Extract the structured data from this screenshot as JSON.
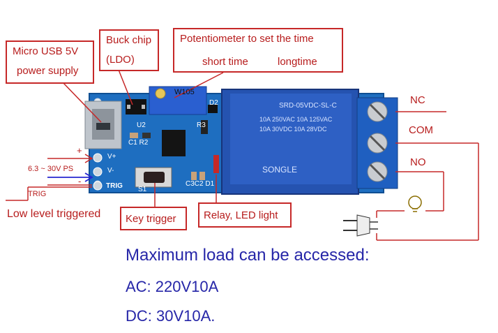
{
  "callouts": {
    "power": {
      "line1": "Micro USB 5V",
      "line2": "power supply"
    },
    "buck": {
      "line1": "Buck chip",
      "line2": "(LDO)"
    },
    "pot": {
      "line1": "Potentiometer to set the time",
      "short": "short time",
      "long": "longtime"
    },
    "key": "Key trigger",
    "relay": "Relay, LED light"
  },
  "left_labels": {
    "plus": "+",
    "supply": "6.3 ~ 30V PS",
    "minus": "-",
    "trig": "TRIG",
    "low_level": "Low level triggered"
  },
  "terminals": {
    "nc": "NC",
    "com": "COM",
    "no": "NO"
  },
  "board": {
    "vplus": "V+",
    "vminus": "V-",
    "trig": "TRIG",
    "u2": "U2",
    "c1r2": "C1 R2",
    "s1": "S1",
    "c3c2d1": "C3C2 D1",
    "d2": "D2",
    "r3": "R3",
    "pot_code": "W105",
    "relay_model": "SRD-05VDC-SL-C",
    "relay_line1": "10A 250VAC  10A 125VAC",
    "relay_line2": "10A 30VDC  10A 28VDC",
    "relay_brand": "SONGLE"
  },
  "specs": {
    "heading": "Maximum load can be accessed:",
    "ac": "AC: 220V10A",
    "dc": "DC: 30V10A."
  },
  "colors": {
    "callout_red": "#c62828",
    "spec_blue": "#2626a8",
    "pcb_blue": "#1a6fc2",
    "relay_blue": "#1f4fa8"
  }
}
